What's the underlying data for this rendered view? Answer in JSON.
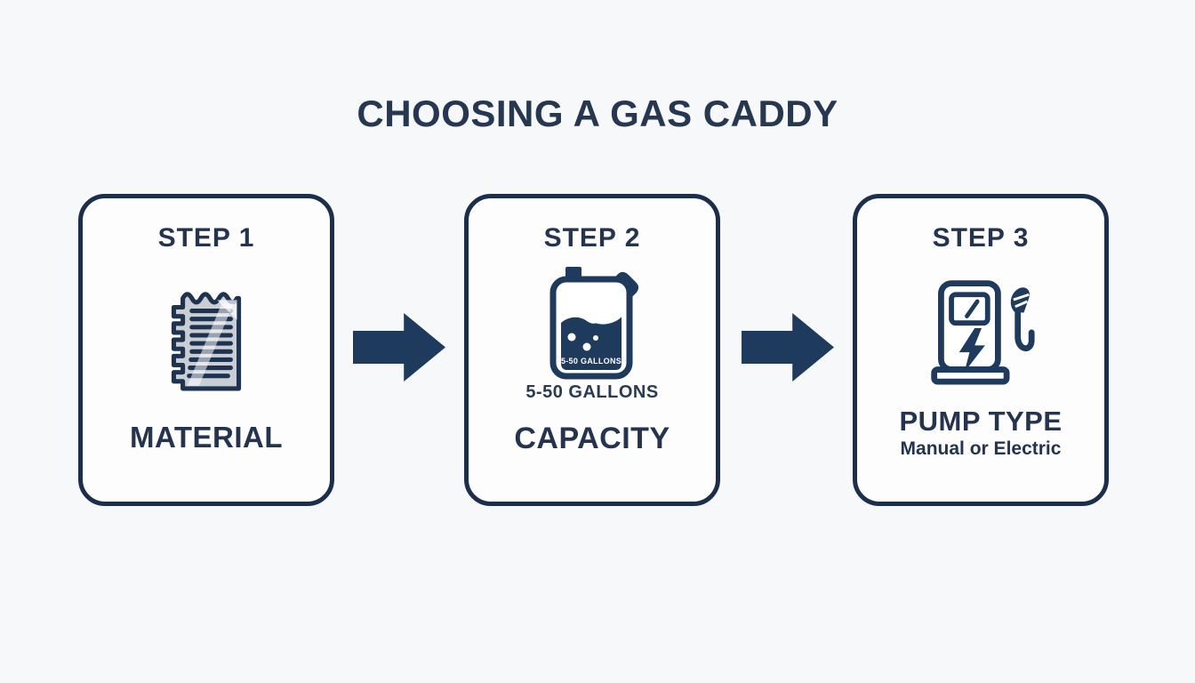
{
  "page": {
    "title": "CHOOSING A GAS CADDY",
    "background_color": "#f7f8f9",
    "card_background": "#fdfdfe",
    "navy_color": "#1e3a5c",
    "text_color": "#24344f",
    "material_icon_gray": "#c9cdd4"
  },
  "steps": [
    {
      "label": "STEP 1",
      "name": "MATERIAL",
      "icon": "material-sheet-icon"
    },
    {
      "label": "STEP 2",
      "name": "CAPACITY",
      "icon": "gas-can-icon",
      "icon_text": "5-50 GALLONS",
      "caption": "5-50 GALLONS"
    },
    {
      "label": "STEP 3",
      "name": "PUMP TYPE",
      "subtitle": "Manual or Electric",
      "icon": "fuel-pump-icon"
    }
  ],
  "arrows": [
    {
      "icon": "arrow-right-icon"
    },
    {
      "icon": "arrow-right-icon"
    }
  ]
}
